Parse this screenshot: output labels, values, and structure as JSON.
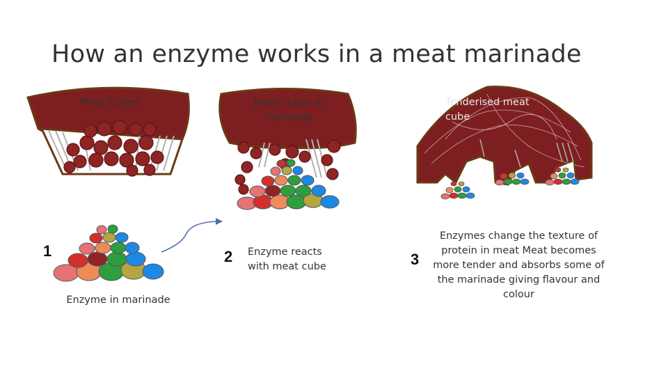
{
  "title": "How an enzyme works in a meat marinade",
  "steps": [
    {
      "number": "1",
      "top_label": "Meat Cubes",
      "bottom_label": "Enzyme in marinade"
    },
    {
      "number": "2",
      "top_label": "Meat cubes in marinade",
      "description": "Enzyme reacts with meat cube"
    },
    {
      "number": "3",
      "top_label": "Tenderised meat cube",
      "description": "Enzymes change the texture of protein in meat Meat becomes more tender and absorbs some of the marinade giving flavour and colour"
    }
  ],
  "colors": {
    "meat": "#7d1f21",
    "meat_edge": "#6a3a14",
    "fiber": "#b8b8b8",
    "arrow": "#4a6fa8",
    "bead_colors": [
      "#e57373",
      "#d32f2f",
      "#ef8a5a",
      "#b5a642",
      "#2e9e3e",
      "#1e88e5",
      "#8e2424"
    ]
  }
}
